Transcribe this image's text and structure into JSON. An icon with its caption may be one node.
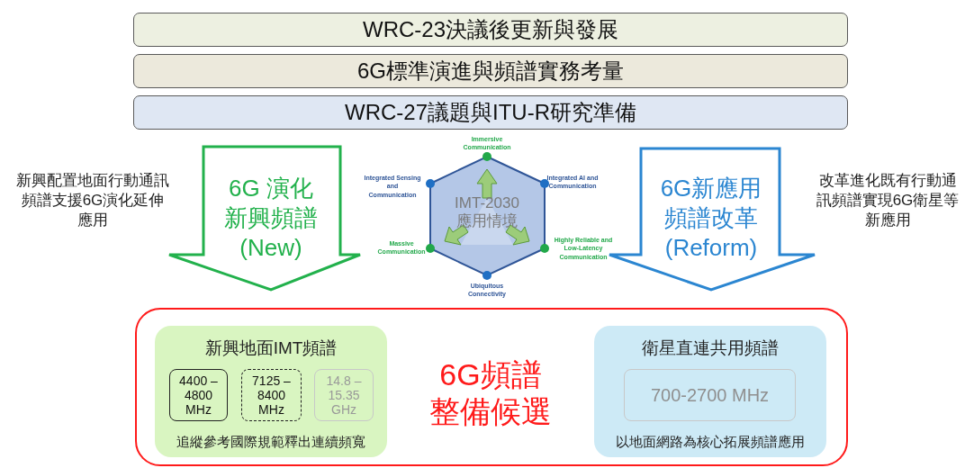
{
  "diagram": {
    "nodes": [
      {
        "text": [
          "WRC-23決議後更新與發展"
        ]
      },
      {
        "text": [
          "6G標準演進與頻譜實務考量"
        ]
      },
      {
        "text": [
          "WRC-27議題與ITU-R研究準備"
        ]
      },
      {
        "text": [
          "6G 演化新興頻譜(New)"
        ],
        "beside": [
          "新興配置地面行動通訊頻譜支援6G演化延伸應用"
        ]
      },
      {
        "text": [
          "IMT-2030 應用情境"
        ]
      },
      {
        "text": [
          "6G新應用頻譜改革(Reform)"
        ],
        "beside": [
          "改革進化既有行動通訊頻譜實現6G衛星等新應用"
        ]
      },
      {
        "text": [
          "6G頻譜整備候選"
        ]
      },
      {
        "text": [
          "新興地面IMT頻譜",
          "追縱參考國際規範釋出連續頻寬"
        ],
        "in": 6
      },
      {
        "text": [
          "4400 – 4800 MHz"
        ],
        "in": 7
      },
      {
        "text": [
          "7125 – 8400 MHz"
        ],
        "in": 7
      },
      {
        "text": [
          "14.8 – 15.35 GHz"
        ],
        "in": 7
      },
      {
        "text": [
          "衛星直連共用頻譜",
          "以地面網路為核心拓展頻譜應用"
        ],
        "in": 6
      },
      {
        "text": [
          "700-2700 MHz"
        ],
        "in": 11
      }
    ],
    "labels": [
      "Immersive Communication",
      "Integrated Sensing and Communication",
      "Integrated AI and Communication",
      "Massive Communication",
      "Highly Reliable and Low-Latency Communication",
      "Ubiquitous Connectivity"
    ]
  }
}
